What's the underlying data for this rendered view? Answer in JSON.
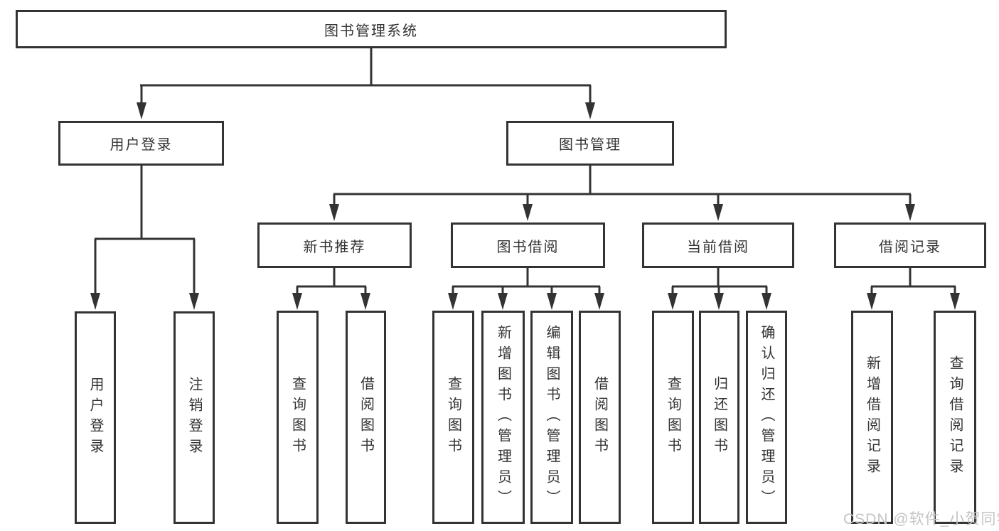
{
  "diagram": {
    "title": "图书管理系统",
    "branches": [
      {
        "label": "用户登录",
        "children": [
          {
            "label": "用户登录"
          },
          {
            "label": "注销登录"
          }
        ]
      },
      {
        "label": "图书管理",
        "children": [
          {
            "label": "新书推荐",
            "children": [
              {
                "label": "查询图书"
              },
              {
                "label": "借阅图书"
              }
            ]
          },
          {
            "label": "图书借阅",
            "children": [
              {
                "label": "查询图书"
              },
              {
                "label": "新增图书（管理员）"
              },
              {
                "label": "编辑图书（管理员）"
              },
              {
                "label": "借阅图书"
              }
            ]
          },
          {
            "label": "当前借阅",
            "children": [
              {
                "label": "查询图书"
              },
              {
                "label": "归还图书"
              },
              {
                "label": "确认归还（管理员）"
              }
            ]
          },
          {
            "label": "借阅记录",
            "children": [
              {
                "label": "新增借阅记录"
              },
              {
                "label": "查询借阅记录"
              }
            ]
          }
        ]
      }
    ]
  },
  "watermark": {
    "text": "CSDN @软件_小贺同学"
  },
  "colors": {
    "line": "#333333",
    "box_border": "#333333",
    "text": "#333333",
    "background": "#ffffff",
    "watermark": "#c4c4c4"
  }
}
